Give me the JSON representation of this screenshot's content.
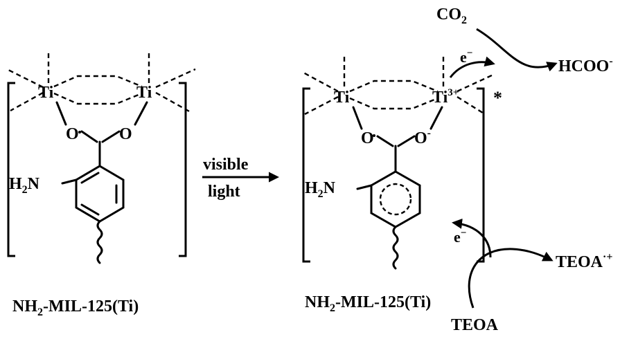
{
  "left_complex": {
    "metal_1": "Ti",
    "metal_2": "Ti",
    "oxygen_1": "O",
    "oxygen_2": "O",
    "amine": "H",
    "amine_sub": "2",
    "amine_n": "N",
    "caption_main": "NH",
    "caption_sub": "2",
    "caption_rest": "-MIL-125(Ti)"
  },
  "reaction_arrow": {
    "label_top": "visible",
    "label_bottom": "light"
  },
  "right_complex": {
    "metal_1": "Ti",
    "metal_2": "Ti",
    "metal_2_charge": "3+",
    "oxygen_1": "O",
    "oxygen_2": "O",
    "oxygen_2_charge": "-",
    "excited_mark": "*",
    "amine": "H",
    "amine_sub": "2",
    "amine_n": "N",
    "caption_main": "NH",
    "caption_sub": "2",
    "caption_rest": "-MIL-125(Ti)"
  },
  "reduction": {
    "reactant": "CO",
    "reactant_sub": "2",
    "electron": "e",
    "electron_charge": "−",
    "product": "HCOO",
    "product_charge": "-"
  },
  "oxidation": {
    "donor": "TEOA",
    "electron": "e",
    "electron_charge": "−",
    "product": "TEOA",
    "product_charge": "·+"
  }
}
